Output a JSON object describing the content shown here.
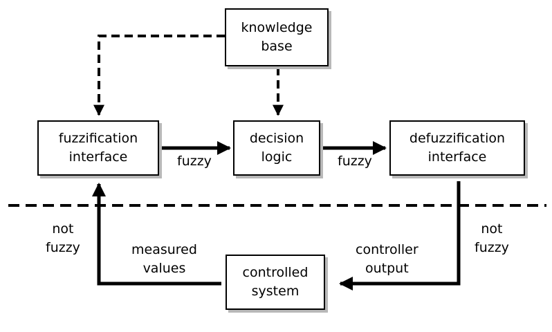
{
  "boxes": {
    "knowledge_base": [
      "knowledge",
      "base"
    ],
    "fuzzification": [
      "fuzzification",
      "interface"
    ],
    "decision": [
      "decision",
      "logic"
    ],
    "defuzzification": [
      "defuzzification",
      "interface"
    ],
    "controlled": [
      "controlled",
      "system"
    ]
  },
  "labels": {
    "fuzzy_left": "fuzzy",
    "fuzzy_right": "fuzzy",
    "not_fuzzy_left": [
      "not",
      "fuzzy"
    ],
    "not_fuzzy_right": [
      "not",
      "fuzzy"
    ],
    "measured": [
      "measured",
      "values"
    ],
    "controller": [
      "controller",
      "output"
    ]
  }
}
